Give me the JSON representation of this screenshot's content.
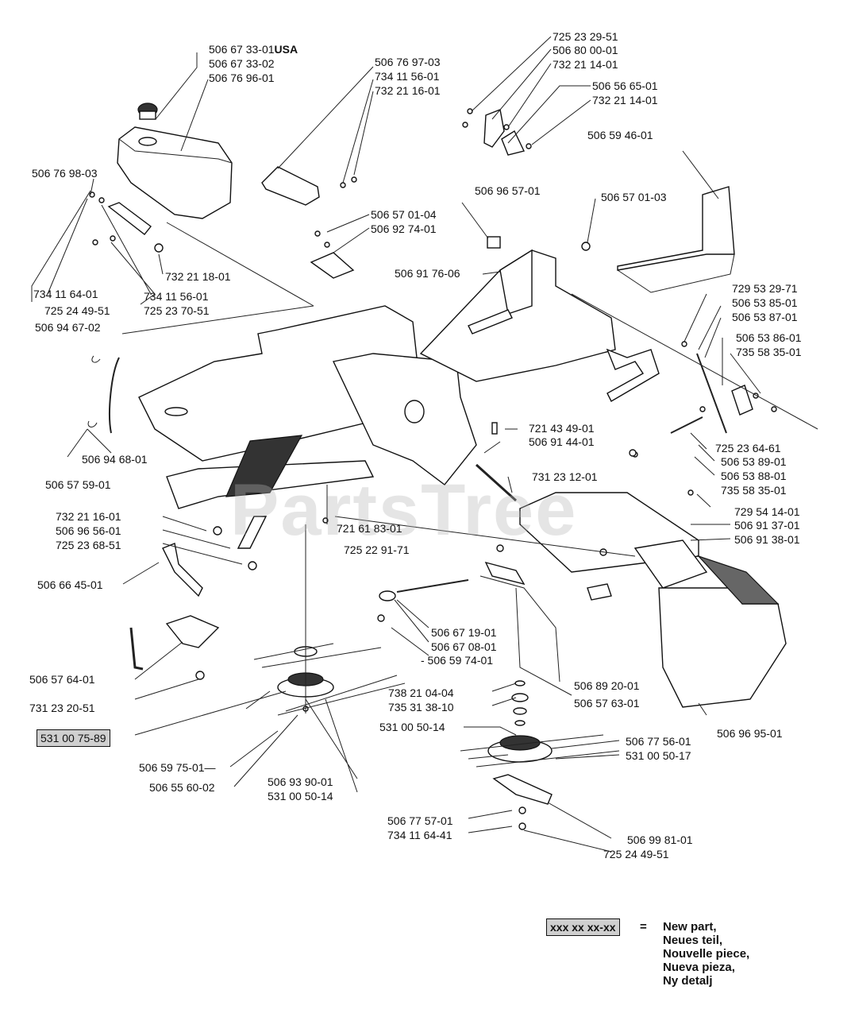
{
  "labels": [
    {
      "id": "a1",
      "text": "506 67 33-01",
      "suffix": "USA"
    },
    {
      "id": "a2",
      "text": "506 67 33-02"
    },
    {
      "id": "a3",
      "text": "506 76 96-01"
    },
    {
      "id": "b1",
      "text": "506 76 97-03"
    },
    {
      "id": "b2",
      "text": "734 11 56-01"
    },
    {
      "id": "b3",
      "text": "732 21 16-01"
    },
    {
      "id": "c1",
      "text": "725 23 29-51"
    },
    {
      "id": "c2",
      "text": "506 80 00-01"
    },
    {
      "id": "c3",
      "text": "732 21 14-01"
    },
    {
      "id": "c4",
      "text": "506 56 65-01"
    },
    {
      "id": "c5",
      "text": "732 21 14-01"
    },
    {
      "id": "d1",
      "text": "506 59 46-01"
    },
    {
      "id": "d2",
      "text": "506 76 98-03"
    },
    {
      "id": "d3",
      "text": "506 96 57-01"
    },
    {
      "id": "d4",
      "text": "506 57 01-03"
    },
    {
      "id": "e1",
      "text": "506 57 01-04"
    },
    {
      "id": "e2",
      "text": "506 92 74-01"
    },
    {
      "id": "e3",
      "text": "732 21 18-01"
    },
    {
      "id": "e4",
      "text": "506 91 76-06"
    },
    {
      "id": "f1",
      "text": "734 11 64-01"
    },
    {
      "id": "f2",
      "text": "725 24 49-51"
    },
    {
      "id": "f3",
      "text": "734 11 56-01"
    },
    {
      "id": "f4",
      "text": "725 23 70-51"
    },
    {
      "id": "f5",
      "text": "506 94 67-02"
    },
    {
      "id": "g1",
      "text": "729 53 29-71"
    },
    {
      "id": "g2",
      "text": "506 53 85-01"
    },
    {
      "id": "g3",
      "text": "506 53 87-01"
    },
    {
      "id": "g4",
      "text": "506 53 86-01"
    },
    {
      "id": "g5",
      "text": "735 58 35-01"
    },
    {
      "id": "h1",
      "text": "721 43 49-01"
    },
    {
      "id": "h2",
      "text": "506 91 44-01"
    },
    {
      "id": "h3",
      "text": "725 23 64-61"
    },
    {
      "id": "h4",
      "text": "506 53 89-01"
    },
    {
      "id": "h5",
      "text": "506 53 88-01"
    },
    {
      "id": "h6",
      "text": "735 58 35-01"
    },
    {
      "id": "i1",
      "text": "506 94 68-01"
    },
    {
      "id": "i2",
      "text": "506 57 59-01"
    },
    {
      "id": "i3",
      "text": "731 23 12-01"
    },
    {
      "id": "i4",
      "text": "729 54 14-01"
    },
    {
      "id": "i5",
      "text": "506 91 37-01"
    },
    {
      "id": "i6",
      "text": "506 91 38-01"
    },
    {
      "id": "j1",
      "text": "732 21 16-01"
    },
    {
      "id": "j2",
      "text": "506 96 56-01"
    },
    {
      "id": "j3",
      "text": "725 23 68-51"
    },
    {
      "id": "j4",
      "text": "721 61 83-01"
    },
    {
      "id": "j5",
      "text": "725 22 91-71"
    },
    {
      "id": "k1",
      "text": "506 66 45-01"
    },
    {
      "id": "k2",
      "text": "506 67 19-01"
    },
    {
      "id": "k3",
      "text": "506 67 08-01"
    },
    {
      "id": "k4",
      "text": "- 506 59 74-01"
    },
    {
      "id": "l1",
      "text": "506 57 64-01"
    },
    {
      "id": "l2",
      "text": "731 23 20-51"
    },
    {
      "id": "l3",
      "text": "506 89 20-01"
    },
    {
      "id": "l4",
      "text": "506 57 63-01"
    },
    {
      "id": "l5",
      "text": "738 21 04-04"
    },
    {
      "id": "l6",
      "text": "735 31 38-10"
    },
    {
      "id": "l7",
      "text": "531 00 50-14"
    },
    {
      "id": "l8",
      "text": "506 96 95-01"
    },
    {
      "id": "m1",
      "text": "506 77 56-01"
    },
    {
      "id": "m2",
      "text": "531 00 50-17"
    },
    {
      "id": "m3",
      "text": "506 59 75-01—"
    },
    {
      "id": "m4",
      "text": "506 55 60-02"
    },
    {
      "id": "m5",
      "text": "506 93 90-01"
    },
    {
      "id": "m6",
      "text": "531 00 50-14"
    },
    {
      "id": "n1",
      "text": "506 77 57-01"
    },
    {
      "id": "n2",
      "text": "734 11 64-41"
    },
    {
      "id": "n3",
      "text": "506 99 81-01"
    },
    {
      "id": "n4",
      "text": "725 24 49-51"
    }
  ],
  "new_part_box": "531 00 75-89",
  "watermark": "PartsTree",
  "legend": {
    "box": "xxx xx xx-xx",
    "equals": "=",
    "lines": [
      "New part,",
      "Neues teil,",
      "Nouvelle piece,",
      "Nueva pieza,",
      "Ny detalj"
    ]
  }
}
